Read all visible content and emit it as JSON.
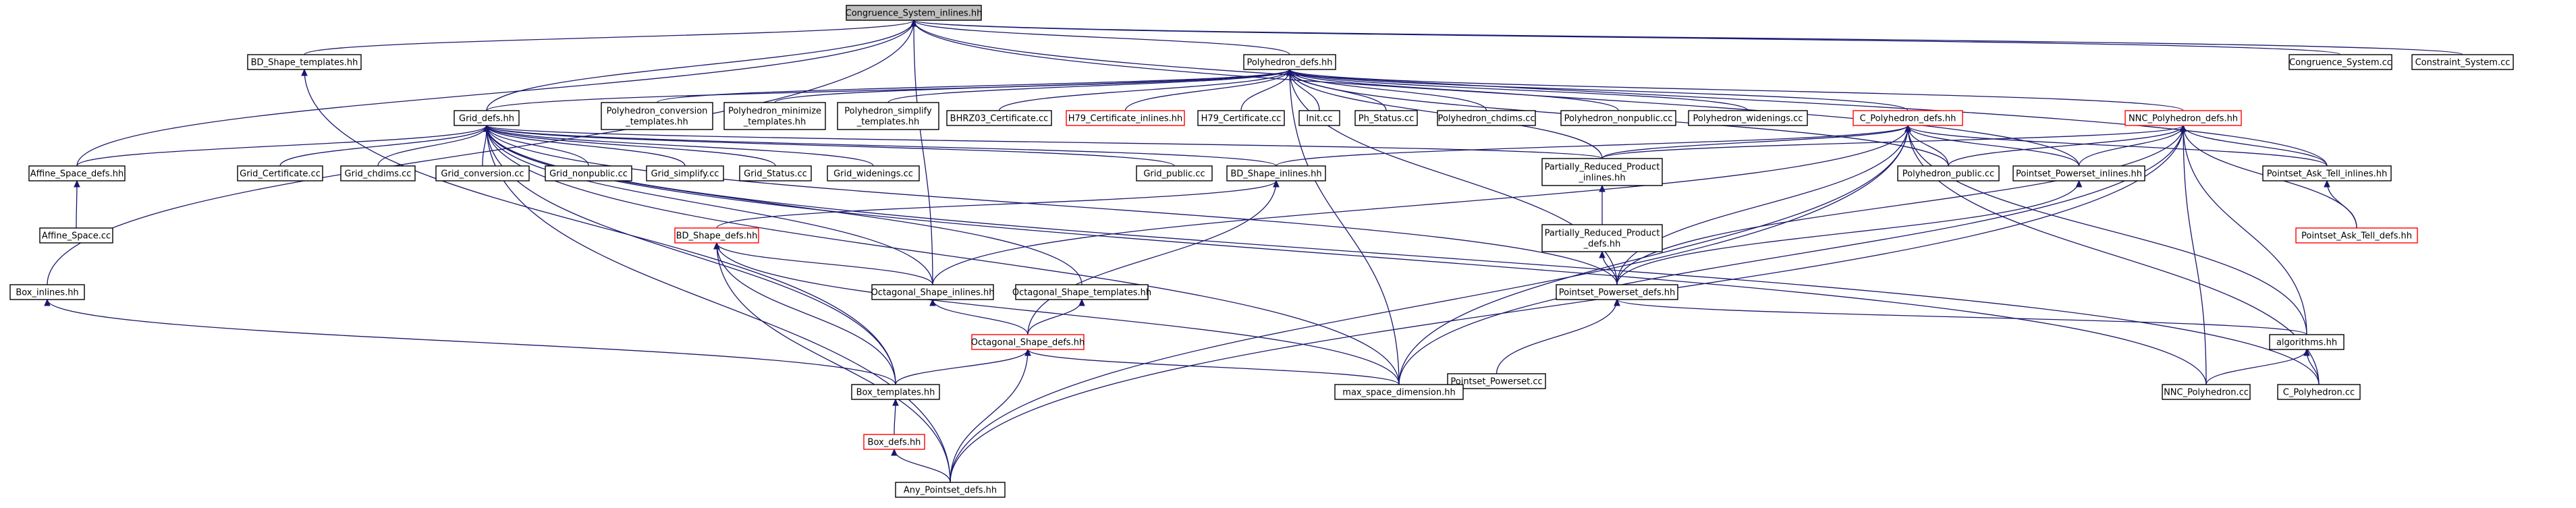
{
  "colors": {
    "edge": "#191970",
    "node_border": "#000000",
    "node_border_incomplete": "#ff0000",
    "highlight_fill": "#bfbfbf",
    "background": "#ffffff"
  },
  "nodes": [
    {
      "id": "n0",
      "lines": [
        "Congruence_System_inlines.hh"
      ],
      "style": "highlight"
    },
    {
      "id": "n1",
      "lines": [
        "BD_Shape_templates.hh"
      ],
      "style": "normal"
    },
    {
      "id": "n2",
      "lines": [
        "Polyhedron_defs.hh"
      ],
      "style": "normal"
    },
    {
      "id": "n3",
      "lines": [
        "Congruence_System.cc"
      ],
      "style": "normal"
    },
    {
      "id": "n4",
      "lines": [
        "Constraint_System.cc"
      ],
      "style": "normal"
    },
    {
      "id": "n5",
      "lines": [
        "Grid_defs.hh"
      ],
      "style": "normal"
    },
    {
      "id": "n6",
      "lines": [
        "Polyhedron_conversion",
        "_templates.hh"
      ],
      "style": "normal"
    },
    {
      "id": "n7",
      "lines": [
        "Polyhedron_minimize",
        "_templates.hh"
      ],
      "style": "normal"
    },
    {
      "id": "n8",
      "lines": [
        "Polyhedron_simplify",
        "_templates.hh"
      ],
      "style": "normal"
    },
    {
      "id": "n9",
      "lines": [
        "BHRZ03_Certificate.cc"
      ],
      "style": "normal"
    },
    {
      "id": "n10",
      "lines": [
        "H79_Certificate_inlines.hh"
      ],
      "style": "red"
    },
    {
      "id": "n11",
      "lines": [
        "H79_Certificate.cc"
      ],
      "style": "normal"
    },
    {
      "id": "n12",
      "lines": [
        "Init.cc"
      ],
      "style": "normal"
    },
    {
      "id": "n13",
      "lines": [
        "Ph_Status.cc"
      ],
      "style": "normal"
    },
    {
      "id": "n14",
      "lines": [
        "Polyhedron_chdims.cc"
      ],
      "style": "normal"
    },
    {
      "id": "n15",
      "lines": [
        "Polyhedron_nonpublic.cc"
      ],
      "style": "normal"
    },
    {
      "id": "n16",
      "lines": [
        "Polyhedron_widenings.cc"
      ],
      "style": "normal"
    },
    {
      "id": "n17",
      "lines": [
        "C_Polyhedron_defs.hh"
      ],
      "style": "red"
    },
    {
      "id": "n18",
      "lines": [
        "NNC_Polyhedron_defs.hh"
      ],
      "style": "red"
    },
    {
      "id": "n19",
      "lines": [
        "Affine_Space_defs.hh"
      ],
      "style": "normal"
    },
    {
      "id": "n20",
      "lines": [
        "Grid_Certificate.cc"
      ],
      "style": "normal"
    },
    {
      "id": "n21",
      "lines": [
        "Grid_chdims.cc"
      ],
      "style": "normal"
    },
    {
      "id": "n22",
      "lines": [
        "Grid_conversion.cc"
      ],
      "style": "normal"
    },
    {
      "id": "n23",
      "lines": [
        "Grid_nonpublic.cc"
      ],
      "style": "normal"
    },
    {
      "id": "n24",
      "lines": [
        "Grid_simplify.cc"
      ],
      "style": "normal"
    },
    {
      "id": "n25",
      "lines": [
        "Grid_Status.cc"
      ],
      "style": "normal"
    },
    {
      "id": "n26",
      "lines": [
        "Grid_widenings.cc"
      ],
      "style": "normal"
    },
    {
      "id": "n27",
      "lines": [
        "Grid_public.cc"
      ],
      "style": "normal"
    },
    {
      "id": "n28",
      "lines": [
        "BD_Shape_inlines.hh"
      ],
      "style": "normal"
    },
    {
      "id": "n29",
      "lines": [
        "Partially_Reduced_Product",
        "_inlines.hh"
      ],
      "style": "normal"
    },
    {
      "id": "n30",
      "lines": [
        "Polyhedron_public.cc"
      ],
      "style": "normal"
    },
    {
      "id": "n31",
      "lines": [
        "Pointset_Powerset_inlines.hh"
      ],
      "style": "normal"
    },
    {
      "id": "n32",
      "lines": [
        "Pointset_Ask_Tell_inlines.hh"
      ],
      "style": "normal"
    },
    {
      "id": "n33",
      "lines": [
        "Affine_Space.cc"
      ],
      "style": "normal"
    },
    {
      "id": "n34",
      "lines": [
        "BD_Shape_defs.hh"
      ],
      "style": "red"
    },
    {
      "id": "n35",
      "lines": [
        "Partially_Reduced_Product",
        "_defs.hh"
      ],
      "style": "normal"
    },
    {
      "id": "n36",
      "lines": [
        "Pointset_Ask_Tell_defs.hh"
      ],
      "style": "red"
    },
    {
      "id": "n37",
      "lines": [
        "Box_inlines.hh"
      ],
      "style": "normal"
    },
    {
      "id": "n38",
      "lines": [
        "Octagonal_Shape_inlines.hh"
      ],
      "style": "normal"
    },
    {
      "id": "n39",
      "lines": [
        "Octagonal_Shape_templates.hh"
      ],
      "style": "normal"
    },
    {
      "id": "n40",
      "lines": [
        "Pointset_Powerset_defs.hh"
      ],
      "style": "normal"
    },
    {
      "id": "n41",
      "lines": [
        "Octagonal_Shape_defs.hh"
      ],
      "style": "red"
    },
    {
      "id": "n42",
      "lines": [
        "Pointset_Powerset.cc"
      ],
      "style": "normal"
    },
    {
      "id": "n43",
      "lines": [
        "algorithms.hh"
      ],
      "style": "normal"
    },
    {
      "id": "n44",
      "lines": [
        "Box_templates.hh"
      ],
      "style": "normal"
    },
    {
      "id": "n45",
      "lines": [
        "max_space_dimension.hh"
      ],
      "style": "normal"
    },
    {
      "id": "n46",
      "lines": [
        "NNC_Polyhedron.cc"
      ],
      "style": "normal"
    },
    {
      "id": "n47",
      "lines": [
        "C_Polyhedron.cc"
      ],
      "style": "normal"
    },
    {
      "id": "n48",
      "lines": [
        "Box_defs.hh"
      ],
      "style": "red"
    },
    {
      "id": "n49",
      "lines": [
        "Any_Pointset_defs.hh"
      ],
      "style": "normal"
    }
  ],
  "edges": [
    [
      "n1",
      "n0"
    ],
    [
      "n2",
      "n0"
    ],
    [
      "n3",
      "n0"
    ],
    [
      "n4",
      "n0"
    ],
    [
      "n5",
      "n0"
    ],
    [
      "n19",
      "n0"
    ],
    [
      "n31",
      "n0"
    ],
    [
      "n32",
      "n0"
    ],
    [
      "n38",
      "n0"
    ],
    [
      "n37",
      "n0"
    ],
    [
      "n6",
      "n2"
    ],
    [
      "n7",
      "n2"
    ],
    [
      "n8",
      "n2"
    ],
    [
      "n9",
      "n2"
    ],
    [
      "n10",
      "n2"
    ],
    [
      "n11",
      "n2"
    ],
    [
      "n12",
      "n2"
    ],
    [
      "n13",
      "n2"
    ],
    [
      "n14",
      "n2"
    ],
    [
      "n15",
      "n2"
    ],
    [
      "n16",
      "n2"
    ],
    [
      "n17",
      "n2"
    ],
    [
      "n18",
      "n2"
    ],
    [
      "n29",
      "n2"
    ],
    [
      "n30",
      "n2"
    ],
    [
      "n40",
      "n2"
    ],
    [
      "n5",
      "n2"
    ],
    [
      "n45",
      "n2"
    ],
    [
      "n19",
      "n5"
    ],
    [
      "n20",
      "n5"
    ],
    [
      "n21",
      "n5"
    ],
    [
      "n22",
      "n5"
    ],
    [
      "n23",
      "n5"
    ],
    [
      "n24",
      "n5"
    ],
    [
      "n25",
      "n5"
    ],
    [
      "n26",
      "n5"
    ],
    [
      "n27",
      "n5"
    ],
    [
      "n28",
      "n5"
    ],
    [
      "n29",
      "n5"
    ],
    [
      "n38",
      "n5"
    ],
    [
      "n39",
      "n5"
    ],
    [
      "n40",
      "n5"
    ],
    [
      "n44",
      "n5"
    ],
    [
      "n45",
      "n5"
    ],
    [
      "n46",
      "n5"
    ],
    [
      "n47",
      "n5"
    ],
    [
      "n49",
      "n5"
    ],
    [
      "n28",
      "n17"
    ],
    [
      "n29",
      "n17"
    ],
    [
      "n30",
      "n17"
    ],
    [
      "n31",
      "n17"
    ],
    [
      "n32",
      "n17"
    ],
    [
      "n38",
      "n17"
    ],
    [
      "n40",
      "n17"
    ],
    [
      "n43",
      "n17"
    ],
    [
      "n47",
      "n17"
    ],
    [
      "n45",
      "n17"
    ],
    [
      "n49",
      "n17"
    ],
    [
      "n29",
      "n18"
    ],
    [
      "n30",
      "n18"
    ],
    [
      "n31",
      "n18"
    ],
    [
      "n32",
      "n18"
    ],
    [
      "n36",
      "n18"
    ],
    [
      "n40",
      "n18"
    ],
    [
      "n43",
      "n18"
    ],
    [
      "n46",
      "n18"
    ],
    [
      "n45",
      "n18"
    ],
    [
      "n49",
      "n18"
    ],
    [
      "n33",
      "n19"
    ],
    [
      "n44",
      "n1"
    ],
    [
      "n34",
      "n28"
    ],
    [
      "n41",
      "n28"
    ],
    [
      "n35",
      "n29"
    ],
    [
      "n40",
      "n35"
    ],
    [
      "n40",
      "n31"
    ],
    [
      "n36",
      "n32"
    ],
    [
      "n38",
      "n34"
    ],
    [
      "n44",
      "n34"
    ],
    [
      "n45",
      "n34"
    ],
    [
      "n49",
      "n34"
    ],
    [
      "n44",
      "n37"
    ],
    [
      "n41",
      "n38"
    ],
    [
      "n41",
      "n39"
    ],
    [
      "n42",
      "n40"
    ],
    [
      "n43",
      "n40"
    ],
    [
      "n44",
      "n41"
    ],
    [
      "n45",
      "n41"
    ],
    [
      "n49",
      "n41"
    ],
    [
      "n46",
      "n43"
    ],
    [
      "n47",
      "n43"
    ],
    [
      "n48",
      "n44"
    ],
    [
      "n49",
      "n48"
    ]
  ]
}
